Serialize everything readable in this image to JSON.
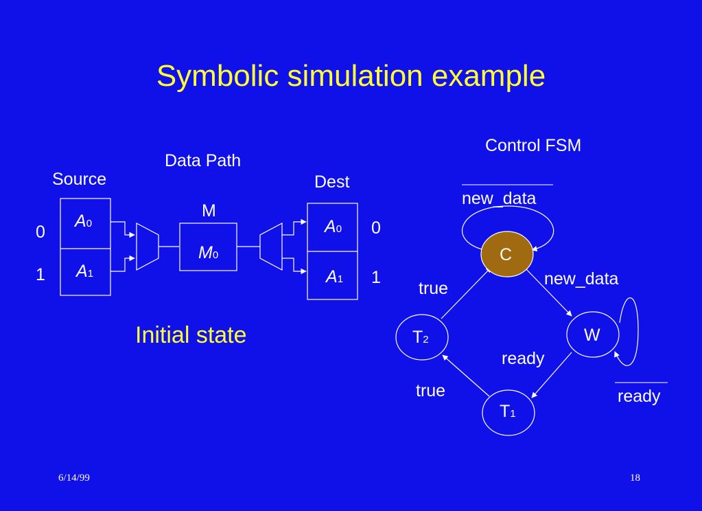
{
  "slide": {
    "title": "Symbolic simulation example",
    "footer_date": "6/14/99",
    "footer_page": "18"
  },
  "datapath": {
    "heading": "Data Path",
    "source_label": "Source",
    "dest_label": "Dest",
    "m_label": "M",
    "source_regs": [
      {
        "name": "A",
        "sub": "0",
        "index": "0"
      },
      {
        "name": "A",
        "sub": "1",
        "index": "1"
      }
    ],
    "dest_regs": [
      {
        "name": "A",
        "sub": "0",
        "index": "0"
      },
      {
        "name": "A",
        "sub": "1",
        "index": "1"
      }
    ],
    "m_reg": {
      "name": "M",
      "sub": "0"
    },
    "state_caption": "Initial state"
  },
  "fsm": {
    "heading": "Control FSM",
    "states": {
      "c": {
        "name": "C",
        "sub": ""
      },
      "w": {
        "name": "W",
        "sub": ""
      },
      "t1": {
        "name": "T",
        "sub": "1"
      },
      "t2": {
        "name": "T",
        "sub": "2"
      }
    },
    "transitions": {
      "c_self": "new_data",
      "c_to_w": "new_data",
      "w_to_t1": "ready",
      "w_self": "ready",
      "t1_to_t2": "true",
      "t2_to_c": "true"
    }
  },
  "colors": {
    "background": "#1010e8",
    "title": "#ffff33",
    "active_state": "#a06a10"
  }
}
